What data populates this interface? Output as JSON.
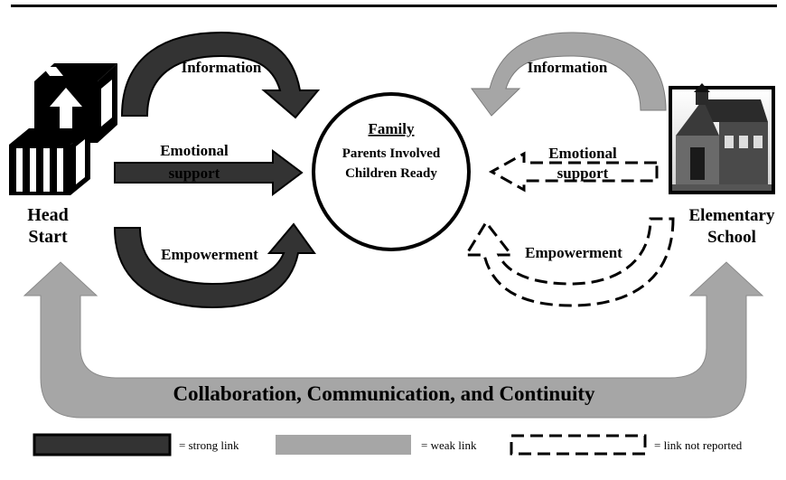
{
  "center": {
    "title": "Family",
    "line1": "Parents Involved",
    "line2": "Children Ready"
  },
  "left": {
    "name_line1": "Head",
    "name_line2": "Start",
    "info_label": "Information",
    "emotional_line1": "Emotional",
    "emotional_line2": "support",
    "empowerment_label": "Empowerment"
  },
  "right": {
    "name_line1": "Elementary",
    "name_line2": "School",
    "info_label": "Information",
    "emotional_line1": "Emotional",
    "emotional_line2": "support",
    "empowerment_label": "Empowerment"
  },
  "bottom_label": "Collaboration, Communication, and Continuity",
  "legend": {
    "strong": "= strong link",
    "weak": "= weak link",
    "not_reported": "= link not reported"
  },
  "colors": {
    "strong": "#333333",
    "weak": "#a6a6a6",
    "line": "#000000"
  }
}
